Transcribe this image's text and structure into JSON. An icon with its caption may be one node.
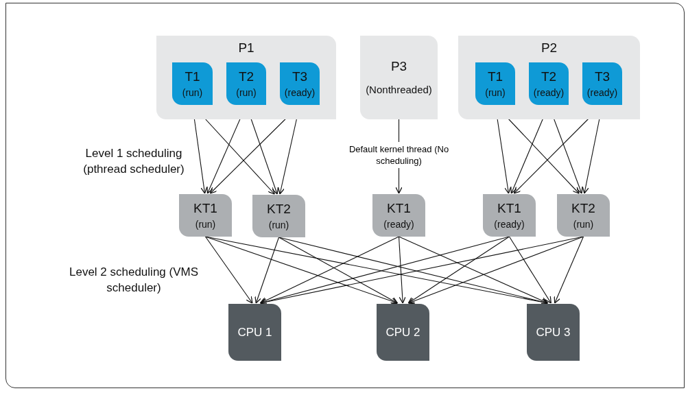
{
  "diagram": {
    "nodes": [
      {
        "text": [
          "P1"
        ]
      },
      {
        "text": [
          "T1",
          "(run)"
        ],
        "in": 0
      },
      {
        "text": [
          "T2",
          "(run)"
        ],
        "in": 0
      },
      {
        "text": [
          "T3",
          "(ready)"
        ],
        "in": 0
      },
      {
        "text": [
          "P3",
          "(Nonthreaded)"
        ]
      },
      {
        "text": [
          "P2"
        ]
      },
      {
        "text": [
          "T1",
          "(run)"
        ],
        "in": 5
      },
      {
        "text": [
          "T2",
          "(ready)"
        ],
        "in": 5
      },
      {
        "text": [
          "T3",
          "(ready)"
        ],
        "in": 5
      },
      {
        "text": [
          "KT1",
          "(run)"
        ]
      },
      {
        "text": [
          "KT2",
          "(run)"
        ]
      },
      {
        "text": [
          "KT1",
          "(ready)"
        ]
      },
      {
        "text": [
          "KT1",
          "(ready)"
        ]
      },
      {
        "text": [
          "KT2",
          "(run)"
        ]
      },
      {
        "text": [
          "CPU 1"
        ]
      },
      {
        "text": [
          "CPU 2"
        ]
      },
      {
        "text": [
          "CPU 3"
        ]
      }
    ],
    "edges": [
      {
        "from": 1,
        "to": 9,
        "arrow": "to"
      },
      {
        "from": 1,
        "to": 10,
        "arrow": "to"
      },
      {
        "from": 2,
        "to": 9,
        "arrow": "to"
      },
      {
        "from": 2,
        "to": 10,
        "arrow": "to"
      },
      {
        "from": 3,
        "to": 9,
        "arrow": "to"
      },
      {
        "from": 3,
        "to": 10,
        "arrow": "to"
      },
      {
        "from": 4,
        "to": 11,
        "arrow": "to",
        "label": "Default kernel thread (No scheduling)"
      },
      {
        "from": 6,
        "to": 12,
        "arrow": "to"
      },
      {
        "from": 6,
        "to": 13,
        "arrow": "to"
      },
      {
        "from": 7,
        "to": 12,
        "arrow": "to"
      },
      {
        "from": 7,
        "to": 13,
        "arrow": "to"
      },
      {
        "from": 8,
        "to": 12,
        "arrow": "to"
      },
      {
        "from": 8,
        "to": 13,
        "arrow": "to"
      },
      {
        "from": 9,
        "to": 14,
        "arrow": "to"
      },
      {
        "from": 9,
        "to": 15,
        "arrow": "to"
      },
      {
        "from": 9,
        "to": 16,
        "arrow": "to"
      },
      {
        "from": 10,
        "to": 14,
        "arrow": "to"
      },
      {
        "from": 10,
        "to": 15,
        "arrow": "to"
      },
      {
        "from": 10,
        "to": 16,
        "arrow": "to"
      },
      {
        "from": 11,
        "to": 14,
        "arrow": "to"
      },
      {
        "from": 11,
        "to": 15,
        "arrow": "to"
      },
      {
        "from": 11,
        "to": 16,
        "arrow": "to"
      },
      {
        "from": 12,
        "to": 14,
        "arrow": "to"
      },
      {
        "from": 12,
        "to": 15,
        "arrow": "to"
      },
      {
        "from": 12,
        "to": 16,
        "arrow": "to"
      },
      {
        "from": 13,
        "to": 14,
        "arrow": "to"
      },
      {
        "from": 13,
        "to": 15,
        "arrow": "to"
      },
      {
        "from": 13,
        "to": 16,
        "arrow": "to"
      }
    ],
    "labels": [
      "Level 1 scheduling (pthread scheduler)",
      "Level 2 scheduling (VMS scheduler)"
    ]
  }
}
